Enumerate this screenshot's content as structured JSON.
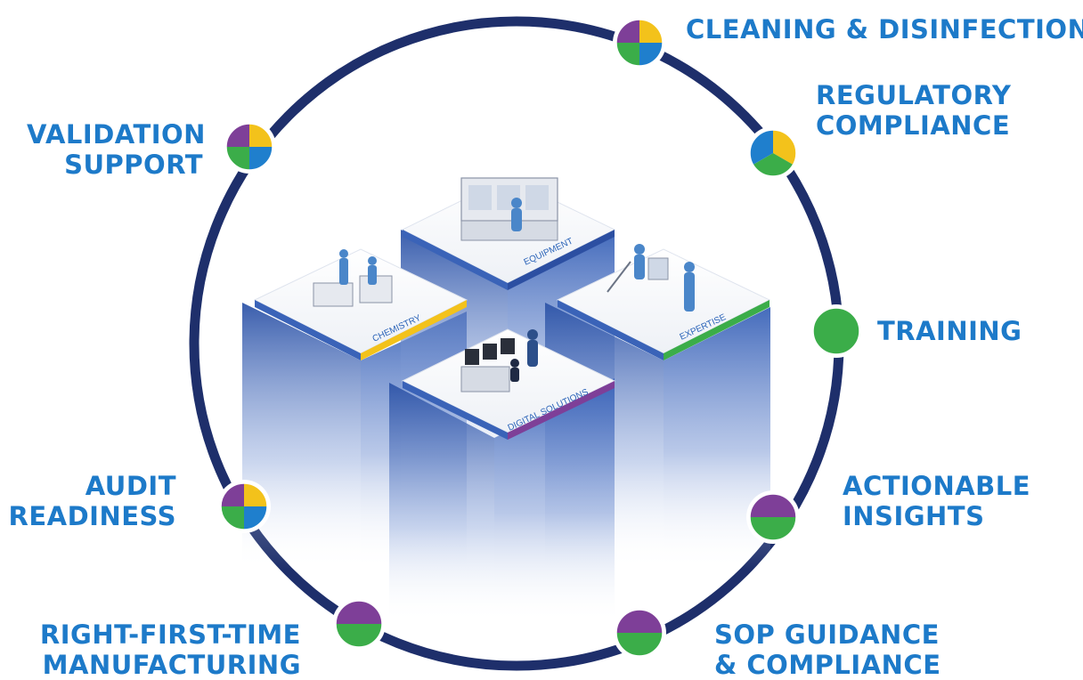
{
  "colors": {
    "ring": "#1e2f6b",
    "label": "#1d7ac9",
    "purple": "#7e3f98",
    "yellow": "#f3c21b",
    "green": "#3bad49",
    "blue": "#1f7fcd",
    "column_top": "#3a63b8"
  },
  "labels": {
    "cleaning": "CLEANING & DISINFECTION",
    "regulatory_1": "REGULATORY",
    "regulatory_2": "COMPLIANCE",
    "validation_1": "VALIDATION",
    "validation_2": "SUPPORT",
    "training": "TRAINING",
    "actionable_1": "ACTIONABLE",
    "actionable_2": "INSIGHTS",
    "audit_1": "AUDIT",
    "audit_2": "READINESS",
    "rft_1": "RIGHT-FIRST-TIME",
    "rft_2": "MANUFACTURING",
    "sop_1": "SOP GUIDANCE",
    "sop_2": "& COMPLIANCE"
  },
  "tiles": {
    "equipment": "EQUIPMENT",
    "chemistry": "CHEMISTRY",
    "expertise": "EXPERTISE",
    "digital": "DIGITAL SOLUTIONS"
  },
  "markers": {
    "cleaning": "quad-4",
    "regulatory": "tri-3",
    "validation": "quad-4",
    "training": "green-full",
    "actionable": "purple-green-half",
    "audit": "quad-4",
    "rft": "purple-green-half",
    "sop": "purple-green-half"
  }
}
